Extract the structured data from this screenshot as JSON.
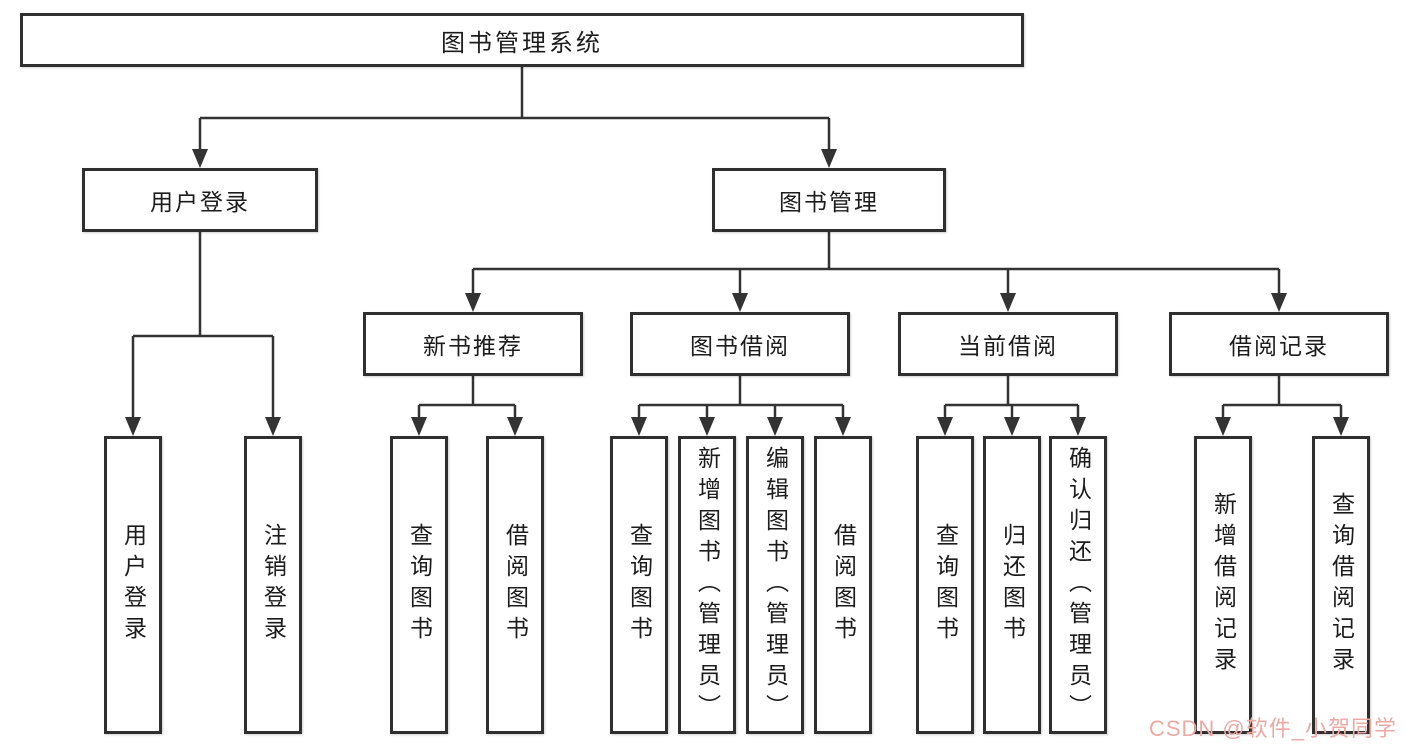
{
  "tree": {
    "root": {
      "label": "图书管理系统"
    },
    "branches": [
      {
        "label": "用户登录",
        "children": [
          "用户登录",
          "注销登录"
        ]
      },
      {
        "label": "图书管理",
        "children": [
          {
            "label": "新书推荐",
            "children": [
              "查询图书",
              "借阅图书"
            ]
          },
          {
            "label": "图书借阅",
            "children": [
              "查询图书",
              "新增图书（管理员）",
              "编辑图书（管理员）",
              "借阅图书"
            ]
          },
          {
            "label": "当前借阅",
            "children": [
              "查询图书",
              "归还图书",
              "确认归还（管理员）"
            ]
          },
          {
            "label": "借阅记录",
            "children": [
              "新增借阅记录",
              "查询借阅记录"
            ]
          }
        ]
      }
    ]
  },
  "watermark": {
    "text": "CSDN @软件_小贺同学",
    "color": "#EBA9A4"
  },
  "colors": {
    "background": "#ffffff",
    "box_border": "#2f2f2f",
    "line": "#333333",
    "text": "#1c1c1c"
  }
}
